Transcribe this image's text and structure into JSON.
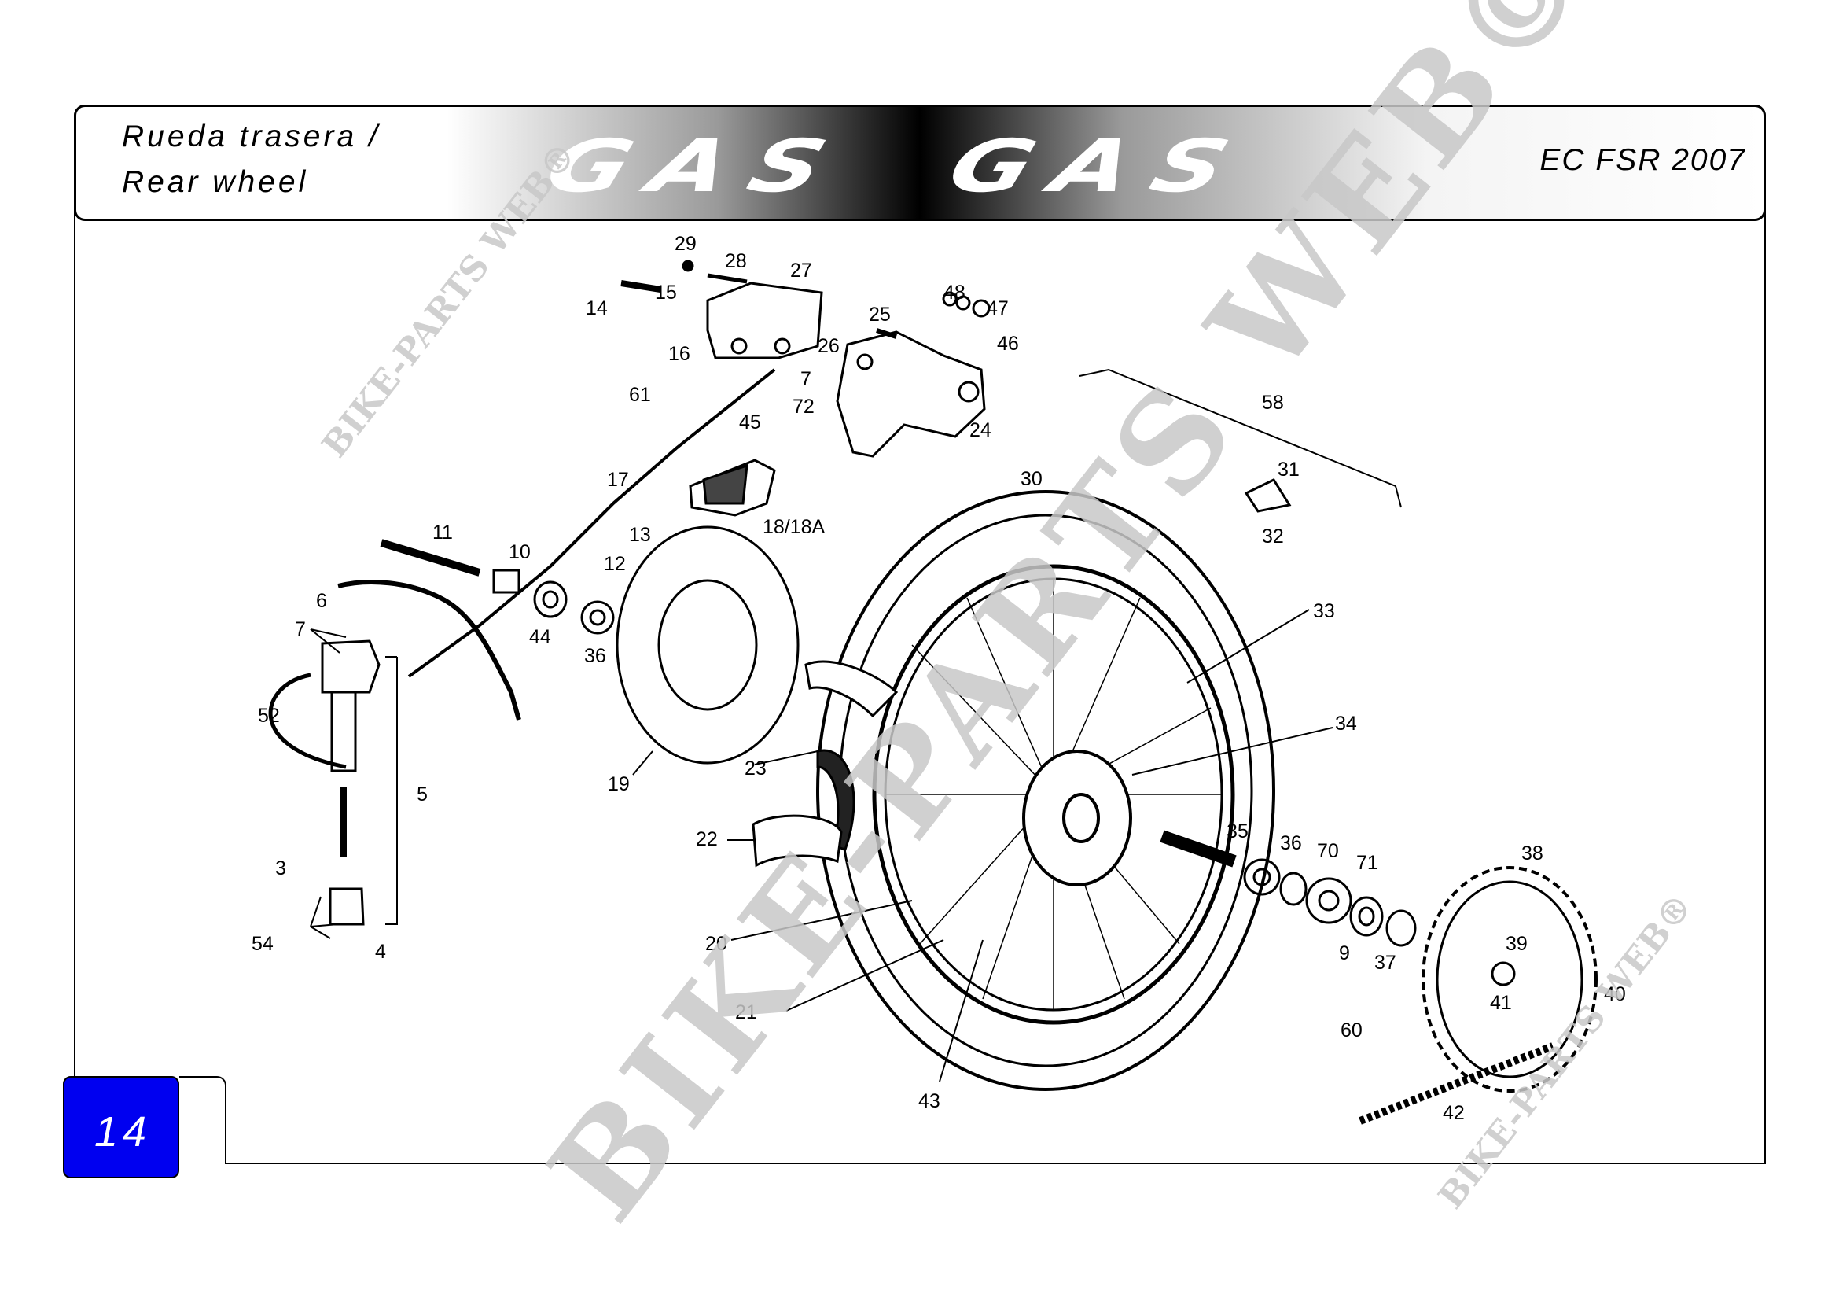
{
  "header": {
    "title_es": "Rueda trasera /",
    "title_en": "Rear wheel",
    "brand": "GAS GAS",
    "brand_left": "GAS",
    "brand_right": "GAS",
    "model": "EC FSR 2007"
  },
  "page_number": "14",
  "watermark": {
    "text": "BIKE-PARTS WEB",
    "big": "BIKE-PARTS WEB©",
    "small": "BIKE-PARTS WEB®"
  },
  "colors": {
    "page_tab": "#0000f0",
    "watermark": "#c8c8c8",
    "line": "#000000"
  },
  "labels": {
    "p29": "29",
    "p28": "28",
    "p27": "27",
    "p15": "15",
    "p14": "14",
    "p16": "16",
    "p26": "26",
    "p25": "25",
    "p48": "48",
    "p47": "47",
    "p46": "46",
    "p7a": "7",
    "p72": "72",
    "p61": "61",
    "p24": "24",
    "p45": "45",
    "p58": "58",
    "p17": "17",
    "p30": "30",
    "p31": "31",
    "p18": "18/18A",
    "p13": "13",
    "p32": "32",
    "p11": "11",
    "p10": "10",
    "p12": "12",
    "p6": "6",
    "p7b": "7",
    "p44": "44",
    "p36a": "36",
    "p33": "33",
    "p52": "52",
    "p34": "34",
    "p23": "23",
    "p19": "19",
    "p5": "5",
    "p22": "22",
    "p35": "35",
    "p36b": "36",
    "p70": "70",
    "p71": "71",
    "p38": "38",
    "p3": "3",
    "p39": "39",
    "p54": "54",
    "p4": "4",
    "p20": "20",
    "p9": "9",
    "p37": "37",
    "p41": "41",
    "p40": "40",
    "p21": "21",
    "p60": "60",
    "p43": "43",
    "p42": "42"
  }
}
